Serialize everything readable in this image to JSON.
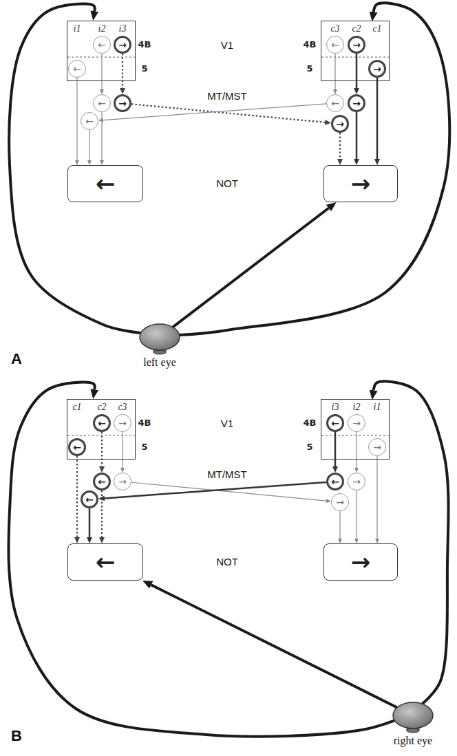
{
  "diagram": {
    "nodes": [
      {
        "text": [
          "i1",
          "i2",
          "i3"
        ]
      },
      {
        "text": [
          "←"
        ],
        "in": 0
      },
      {
        "text": [
          "←"
        ],
        "in": 0
      },
      {
        "text": [
          "→"
        ],
        "in": 0
      },
      {
        "text": [
          "c3",
          "c2",
          "c1"
        ]
      },
      {
        "text": [
          "←"
        ],
        "in": 4
      },
      {
        "text": [
          "→"
        ],
        "in": 4
      },
      {
        "text": [
          "→"
        ],
        "in": 4
      },
      {
        "text": [
          "←"
        ]
      },
      {
        "text": [
          "→"
        ]
      },
      {
        "text": [
          "←"
        ]
      },
      {
        "text": [
          "←"
        ]
      },
      {
        "text": [
          "→"
        ]
      },
      {
        "text": [
          "→"
        ]
      },
      {
        "text": [
          "←"
        ]
      },
      {
        "text": [
          "→"
        ]
      },
      {
        "text": [
          "left eye"
        ]
      },
      {
        "text": [
          "c1",
          "c2",
          "c3"
        ]
      },
      {
        "text": [
          "←"
        ],
        "in": 17
      },
      {
        "text": [
          "←"
        ],
        "in": 17
      },
      {
        "text": [
          "→"
        ],
        "in": 17
      },
      {
        "text": [
          "i3",
          "i2",
          "i1"
        ]
      },
      {
        "text": [
          "←"
        ],
        "in": 21
      },
      {
        "text": [
          "→"
        ],
        "in": 21
      },
      {
        "text": [
          "→"
        ],
        "in": 21
      },
      {
        "text": [
          "←"
        ]
      },
      {
        "text": [
          "→"
        ]
      },
      {
        "text": [
          "←"
        ]
      },
      {
        "text": [
          "←"
        ]
      },
      {
        "text": [
          "→"
        ]
      },
      {
        "text": [
          "→"
        ]
      },
      {
        "text": [
          "←"
        ]
      },
      {
        "text": [
          "→"
        ]
      },
      {
        "text": [
          "right eye"
        ]
      }
    ],
    "edges": [
      {
        "from": 16,
        "to": 0,
        "arrow": "to"
      },
      {
        "from": 16,
        "to": 4,
        "arrow": "to"
      },
      {
        "from": 16,
        "to": 15,
        "arrow": "to"
      },
      {
        "from": 1,
        "to": 14,
        "arrow": "to"
      },
      {
        "from": 2,
        "to": 8,
        "arrow": "to"
      },
      {
        "from": 3,
        "to": 9,
        "arrow": "to"
      },
      {
        "from": 8,
        "to": 14,
        "arrow": "to"
      },
      {
        "from": 10,
        "to": 14,
        "arrow": "to"
      },
      {
        "from": 9,
        "to": 13,
        "arrow": "to"
      },
      {
        "from": 11,
        "to": 10,
        "arrow": "to"
      },
      {
        "from": 5,
        "to": 11,
        "arrow": "to"
      },
      {
        "from": 6,
        "to": 12,
        "arrow": "to"
      },
      {
        "from": 7,
        "to": 15,
        "arrow": "to"
      },
      {
        "from": 12,
        "to": 15,
        "arrow": "to"
      },
      {
        "from": 13,
        "to": 15,
        "arrow": "to"
      },
      {
        "from": 33,
        "to": 17,
        "arrow": "to"
      },
      {
        "from": 33,
        "to": 21,
        "arrow": "to"
      },
      {
        "from": 33,
        "to": 31,
        "arrow": "to"
      },
      {
        "from": 18,
        "to": 31,
        "arrow": "to"
      },
      {
        "from": 19,
        "to": 25,
        "arrow": "to"
      },
      {
        "from": 25,
        "to": 31,
        "arrow": "to"
      },
      {
        "from": 27,
        "to": 31,
        "arrow": "to"
      },
      {
        "from": 20,
        "to": 26,
        "arrow": "to"
      },
      {
        "from": 26,
        "to": 30,
        "arrow": "to"
      },
      {
        "from": 22,
        "to": 28,
        "arrow": "to"
      },
      {
        "from": 28,
        "to": 27,
        "arrow": "to"
      },
      {
        "from": 23,
        "to": 29,
        "arrow": "to"
      },
      {
        "from": 29,
        "to": 32,
        "arrow": "to"
      },
      {
        "from": 30,
        "to": 32,
        "arrow": "to"
      },
      {
        "from": 24,
        "to": 32,
        "arrow": "to"
      }
    ],
    "labels": [
      "4B",
      "V1",
      "4B",
      "5",
      "5",
      "MT/MST",
      "NOT",
      "A",
      "4B",
      "V1",
      "4B",
      "5",
      "5",
      "MT/MST",
      "NOT",
      "B"
    ]
  }
}
